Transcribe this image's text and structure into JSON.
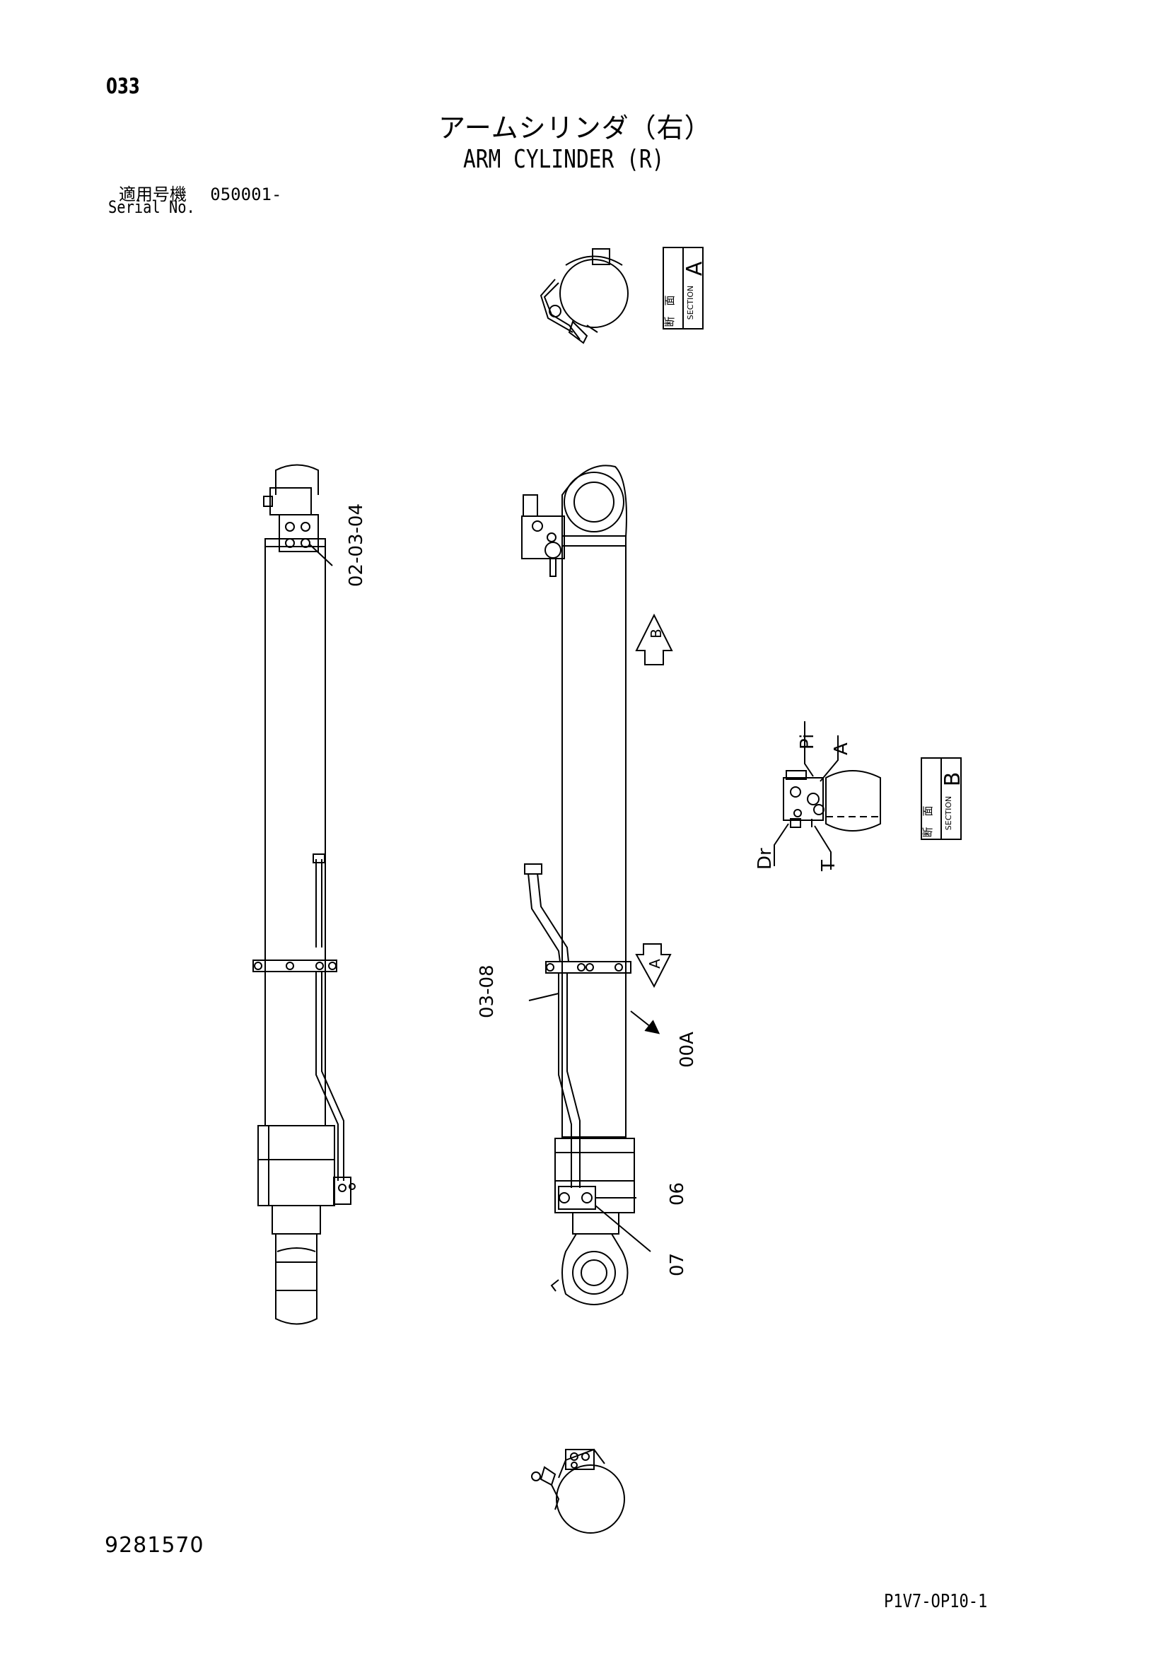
{
  "header": {
    "page_number": "033",
    "title_jp": "アームシリンダ（右）",
    "title_en": "ARM CYLINDER (R)",
    "serial_label_jp": "適用号機",
    "serial_value": "050001-",
    "serial_label_en": "Serial No."
  },
  "section_labels": {
    "a": {
      "letter": "A",
      "jp": "断　面",
      "en": "SECTION"
    },
    "b": {
      "letter": "B",
      "jp": "断　面",
      "en": "SECTION"
    }
  },
  "part_callouts": {
    "left_group": "02-03-04",
    "hose_group": "03-08",
    "cylinder": "00A",
    "clamp": "06",
    "bolt": "07"
  },
  "view_arrows": {
    "b": "B",
    "a": "A"
  },
  "port_labels": {
    "pi": "Pi",
    "a": "A",
    "dr": "Dr",
    "t": "T"
  },
  "footer": {
    "drawing_code": "9281570",
    "sheet_code": "P1V7-OP10-1"
  }
}
